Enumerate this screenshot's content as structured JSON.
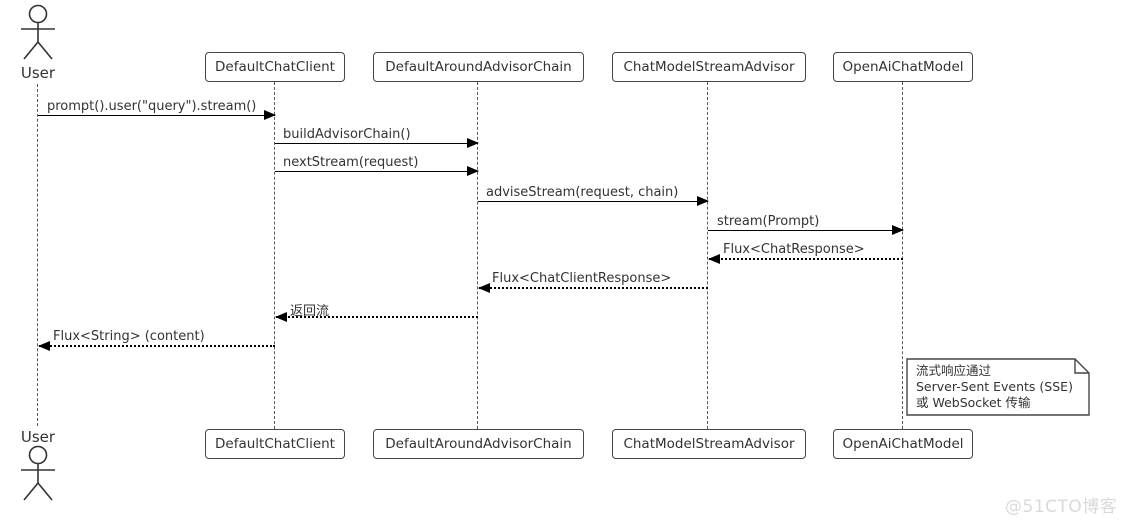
{
  "actors": {
    "top": "User",
    "bottom": "User"
  },
  "participants": [
    {
      "name": "DefaultChatClient"
    },
    {
      "name": "DefaultAroundAdvisorChain"
    },
    {
      "name": "ChatModelStreamAdvisor"
    },
    {
      "name": "OpenAiChatModel"
    }
  ],
  "messages": [
    {
      "label": "prompt().user(\"query\").stream()",
      "from": "User",
      "to": "DefaultChatClient",
      "kind": "sync"
    },
    {
      "label": "buildAdvisorChain()",
      "from": "DefaultChatClient",
      "to": "DefaultAroundAdvisorChain",
      "kind": "sync"
    },
    {
      "label": "nextStream(request)",
      "from": "DefaultChatClient",
      "to": "DefaultAroundAdvisorChain",
      "kind": "sync"
    },
    {
      "label": "adviseStream(request, chain)",
      "from": "DefaultAroundAdvisorChain",
      "to": "ChatModelStreamAdvisor",
      "kind": "sync"
    },
    {
      "label": "stream(Prompt)",
      "from": "ChatModelStreamAdvisor",
      "to": "OpenAiChatModel",
      "kind": "sync"
    },
    {
      "label": "Flux<ChatResponse>",
      "from": "OpenAiChatModel",
      "to": "ChatModelStreamAdvisor",
      "kind": "return"
    },
    {
      "label": "Flux<ChatClientResponse>",
      "from": "ChatModelStreamAdvisor",
      "to": "DefaultAroundAdvisorChain",
      "kind": "return"
    },
    {
      "label": "返回流",
      "from": "DefaultAroundAdvisorChain",
      "to": "DefaultChatClient",
      "kind": "return"
    },
    {
      "label": "Flux<String> (content)",
      "from": "DefaultChatClient",
      "to": "User",
      "kind": "return"
    }
  ],
  "note": {
    "lines": [
      "流式响应通过",
      "Server-Sent Events (SSE)",
      "或 WebSocket 传输"
    ]
  },
  "watermark": "@51CTO博客",
  "colors": {
    "line": "#000000",
    "box_border": "#464646",
    "text": "#333333",
    "lifeline": "#5a5a5a",
    "watermark": "#d9d9d9"
  }
}
